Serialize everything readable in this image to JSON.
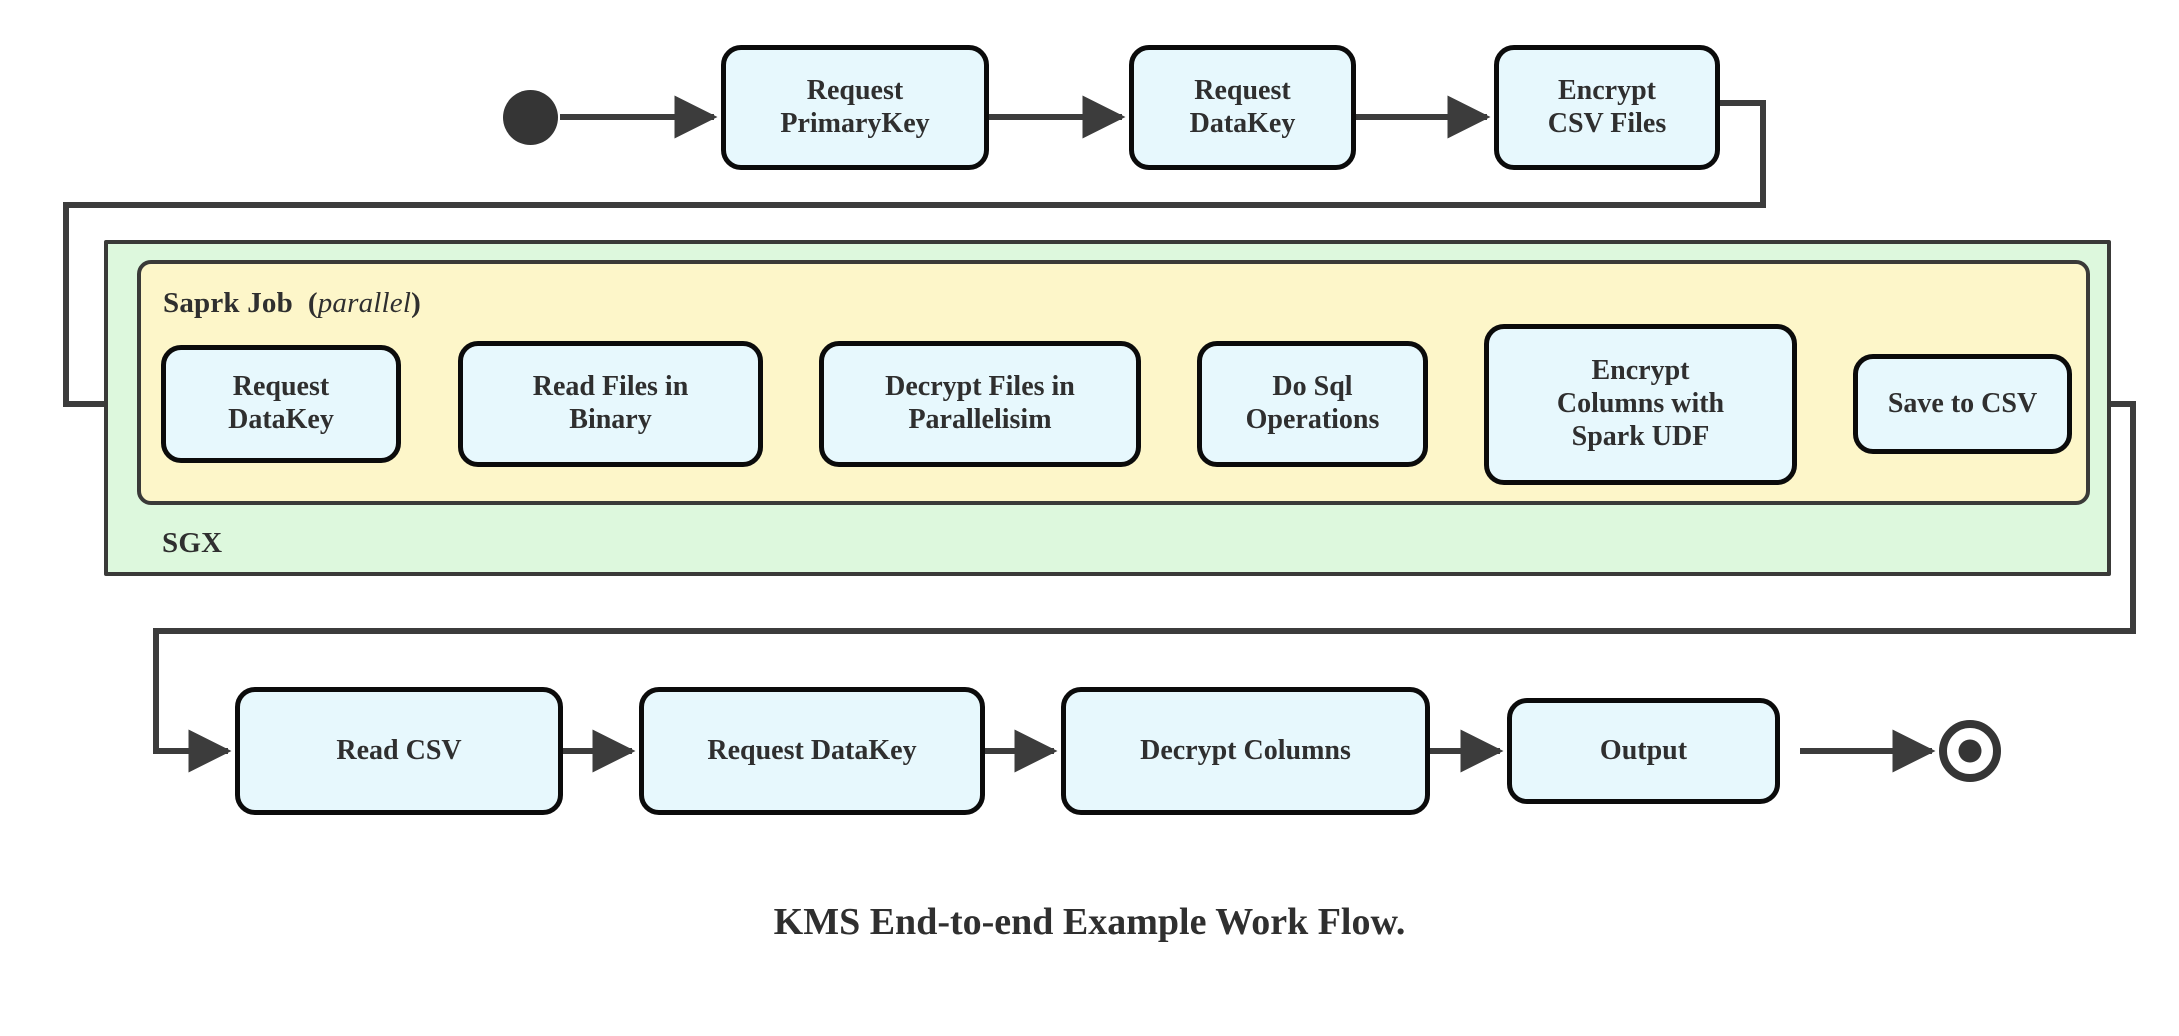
{
  "diagram": {
    "title": "KMS End-to-end Example Work Flow.",
    "colors": {
      "node_fill": "#e7f8fd",
      "node_stroke": "#0b0b0b",
      "sgx_fill": "#ddf8dd",
      "spark_fill": "#fdf6c9",
      "container_stroke": "#3a3a38",
      "edge_stroke": "#3c3c3c",
      "marker_fill": "#353535",
      "text": "#2f2f2f",
      "background": "#ffffff"
    },
    "markers": {
      "start_label": "start-node",
      "end_label": "end-node"
    },
    "containers": {
      "sgx": {
        "label": "SGX"
      },
      "spark": {
        "label": "Saprk Job",
        "modifier": "(parallel)",
        "modifier_open": "(",
        "modifier_word": "parallel",
        "modifier_close": ")"
      }
    },
    "rows": {
      "top": [
        {
          "id": "request-primarykey",
          "label": "Request\nPrimaryKey"
        },
        {
          "id": "request-datakey-top",
          "label": "Request\nDataKey"
        },
        {
          "id": "encrypt-csv-files",
          "label": "Encrypt\nCSV Files"
        }
      ],
      "middle": [
        {
          "id": "request-datakey-spark",
          "label": "Request\nDataKey"
        },
        {
          "id": "read-files-in-binary",
          "label": "Read Files in\nBinary"
        },
        {
          "id": "decrypt-files-in-parallelisim",
          "label": "Decrypt Files in\nParallelisim"
        },
        {
          "id": "do-sql-operations",
          "label": "Do Sql\nOperations"
        },
        {
          "id": "encrypt-columns-with-spark-udf",
          "label": "Encrypt\nColumns with\nSpark UDF"
        },
        {
          "id": "save-to-csv",
          "label": "Save to CSV"
        }
      ],
      "bottom": [
        {
          "id": "read-csv",
          "label": "Read CSV"
        },
        {
          "id": "request-datakey-bottom",
          "label": "Request DataKey"
        },
        {
          "id": "decrypt-columns",
          "label": "Decrypt Columns"
        },
        {
          "id": "output",
          "label": "Output"
        }
      ]
    },
    "flow_sequence": [
      "start",
      "Request PrimaryKey",
      "Request DataKey",
      "Encrypt CSV Files",
      "Request DataKey",
      "Read Files in Binary",
      "Decrypt Files in Parallelisim",
      "Do Sql Operations",
      "Encrypt Columns with Spark UDF",
      "Save to CSV",
      "Read CSV",
      "Request DataKey",
      "Decrypt Columns",
      "Output",
      "end"
    ]
  }
}
